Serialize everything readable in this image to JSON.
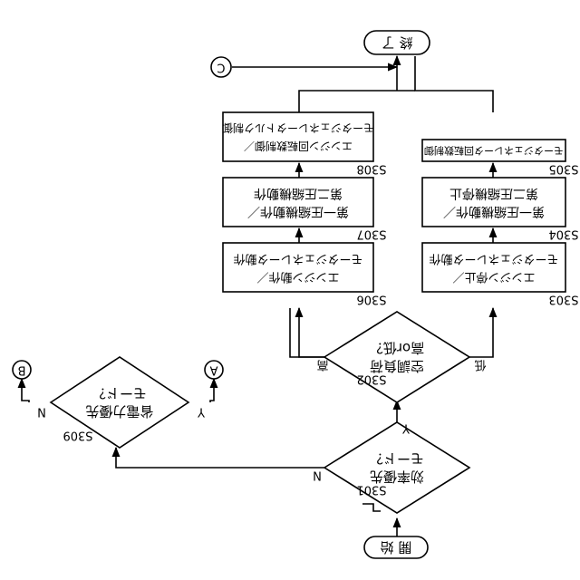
{
  "start": "開 始",
  "end": "終 了",
  "connectors": {
    "a": "A",
    "b": "B",
    "c": "C"
  },
  "steps": {
    "s301": {
      "id": "S301",
      "line1": "効率優先",
      "line2": "モード？"
    },
    "s302": {
      "id": "S302",
      "line1": "空調負荷",
      "line2": "高or低？"
    },
    "s309": {
      "id": "S309",
      "line1": "省電力優先",
      "line2": "モード？"
    },
    "s303": {
      "id": "S303",
      "line1": "エンジン停止／",
      "line2": "モータジェネレータ動作"
    },
    "s304": {
      "id": "S304",
      "line1": "第一圧縮機動作／",
      "line2": "第二圧縮機停止"
    },
    "s305": {
      "id": "S305",
      "line1": "モータジェネレータ回転数制御"
    },
    "s306": {
      "id": "S306",
      "line1": "エンジン動作／",
      "line2": "モータジェネレータ動作"
    },
    "s307": {
      "id": "S307",
      "line1": "第一圧縮機動作／",
      "line2": "第二圧縮機動作"
    },
    "s308": {
      "id": "S308",
      "line1": "エンジン回転数制御／",
      "line2": "モータジェネレータトルク制御"
    }
  },
  "branch_labels": {
    "yes": "Y",
    "no": "N",
    "high": "高",
    "low": "低"
  }
}
